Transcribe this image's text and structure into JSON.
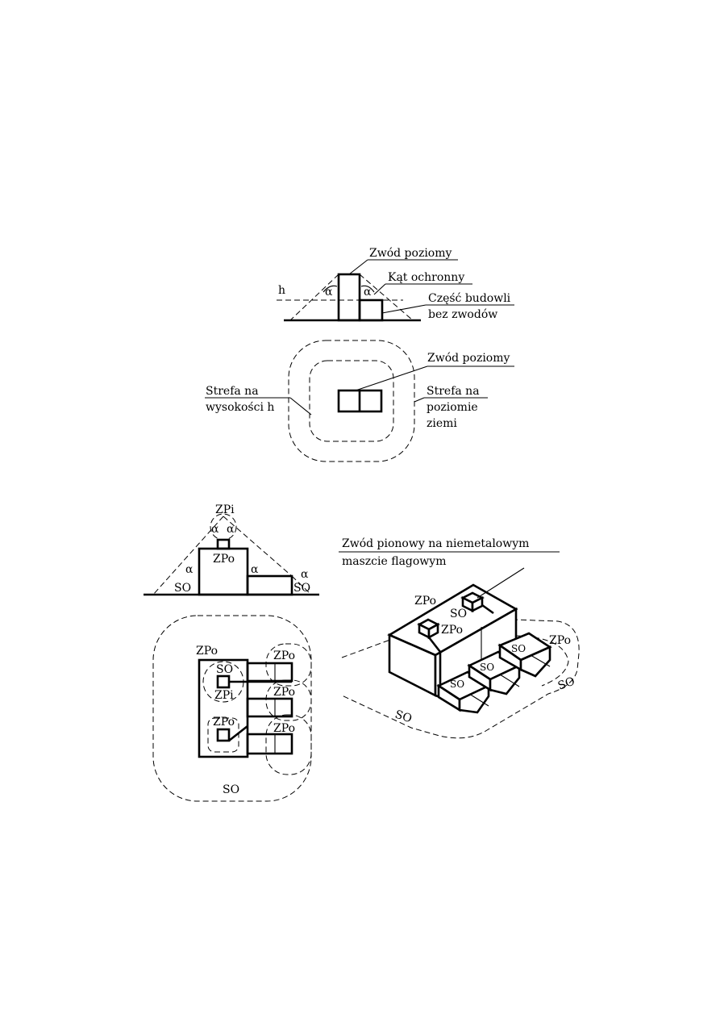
{
  "colors": {
    "line": "#000000",
    "background": "#ffffff"
  },
  "fig1": {
    "label_zwod_poziomy": "Zwód poziomy",
    "label_kat": "Kąt ochronny",
    "label_czesc_1": "Część budowli",
    "label_czesc_2": "bez zwodów",
    "label_h": "h",
    "label_alpha": "α"
  },
  "fig2": {
    "label_zwod_poziomy": "Zwód poziomy",
    "strefa_h_1": "Strefa na",
    "strefa_h_2": "wysokości h",
    "strefa_ground_1": "Strefa na",
    "strefa_ground_2": "poziomie",
    "strefa_ground_3": "ziemi"
  },
  "fig3": {
    "zpi": "ZPi",
    "zpo": "ZPo",
    "so": "SO",
    "alpha": "α"
  },
  "fig4": {
    "zpo": "ZPo",
    "so": "SO",
    "zpi": "ZPi"
  },
  "fig5": {
    "title_1": "Zwód pionowy na niemetalowym",
    "title_2": "maszcie flagowym",
    "zpo": "ZPo",
    "so": "SO"
  }
}
